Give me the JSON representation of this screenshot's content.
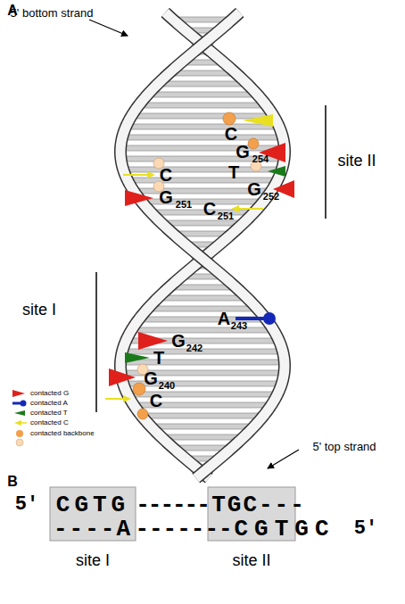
{
  "diagram": {
    "labels": [
      "A",
      "5' bottom strand",
      "site II",
      "C",
      "G",
      "254",
      "T",
      "G",
      "252",
      "C",
      "251",
      "C",
      "G",
      "251",
      "A",
      "243",
      "site I",
      "G",
      "242",
      "T",
      "G",
      "240",
      "C",
      "5' top strand",
      "B",
      "5'",
      "CGTG",
      "------",
      "TGC---",
      "----A",
      "-------",
      "CGTGC",
      "5'",
      "site I",
      "site II"
    ],
    "legend": [
      {
        "text": "contacted G"
      },
      {
        "text": "contacted A"
      },
      {
        "text": "contacted T"
      },
      {
        "text": "contacted C"
      },
      {
        "text": "contacted backbone"
      }
    ]
  }
}
